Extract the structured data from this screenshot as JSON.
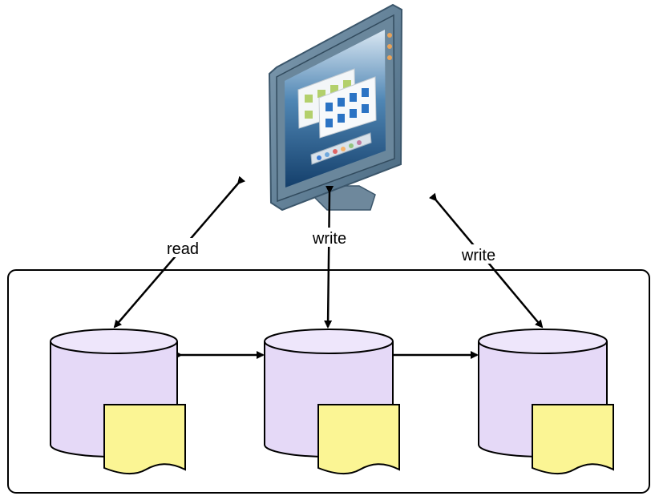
{
  "diagram": {
    "labels": {
      "read": "read",
      "write_center": "write",
      "write_right": "write"
    },
    "nodes": {
      "computer": "computer monitor",
      "databases": [
        "database-1",
        "database-2",
        "database-3"
      ]
    },
    "colors": {
      "database_fill": "#e5d9f7",
      "database_top": "#eee6fb",
      "document_fill": "#fbf594",
      "cluster_border": "#000000",
      "arrow": "#000000",
      "monitor_body": "#5f7c91",
      "monitor_screen": "#1f5f94"
    }
  }
}
